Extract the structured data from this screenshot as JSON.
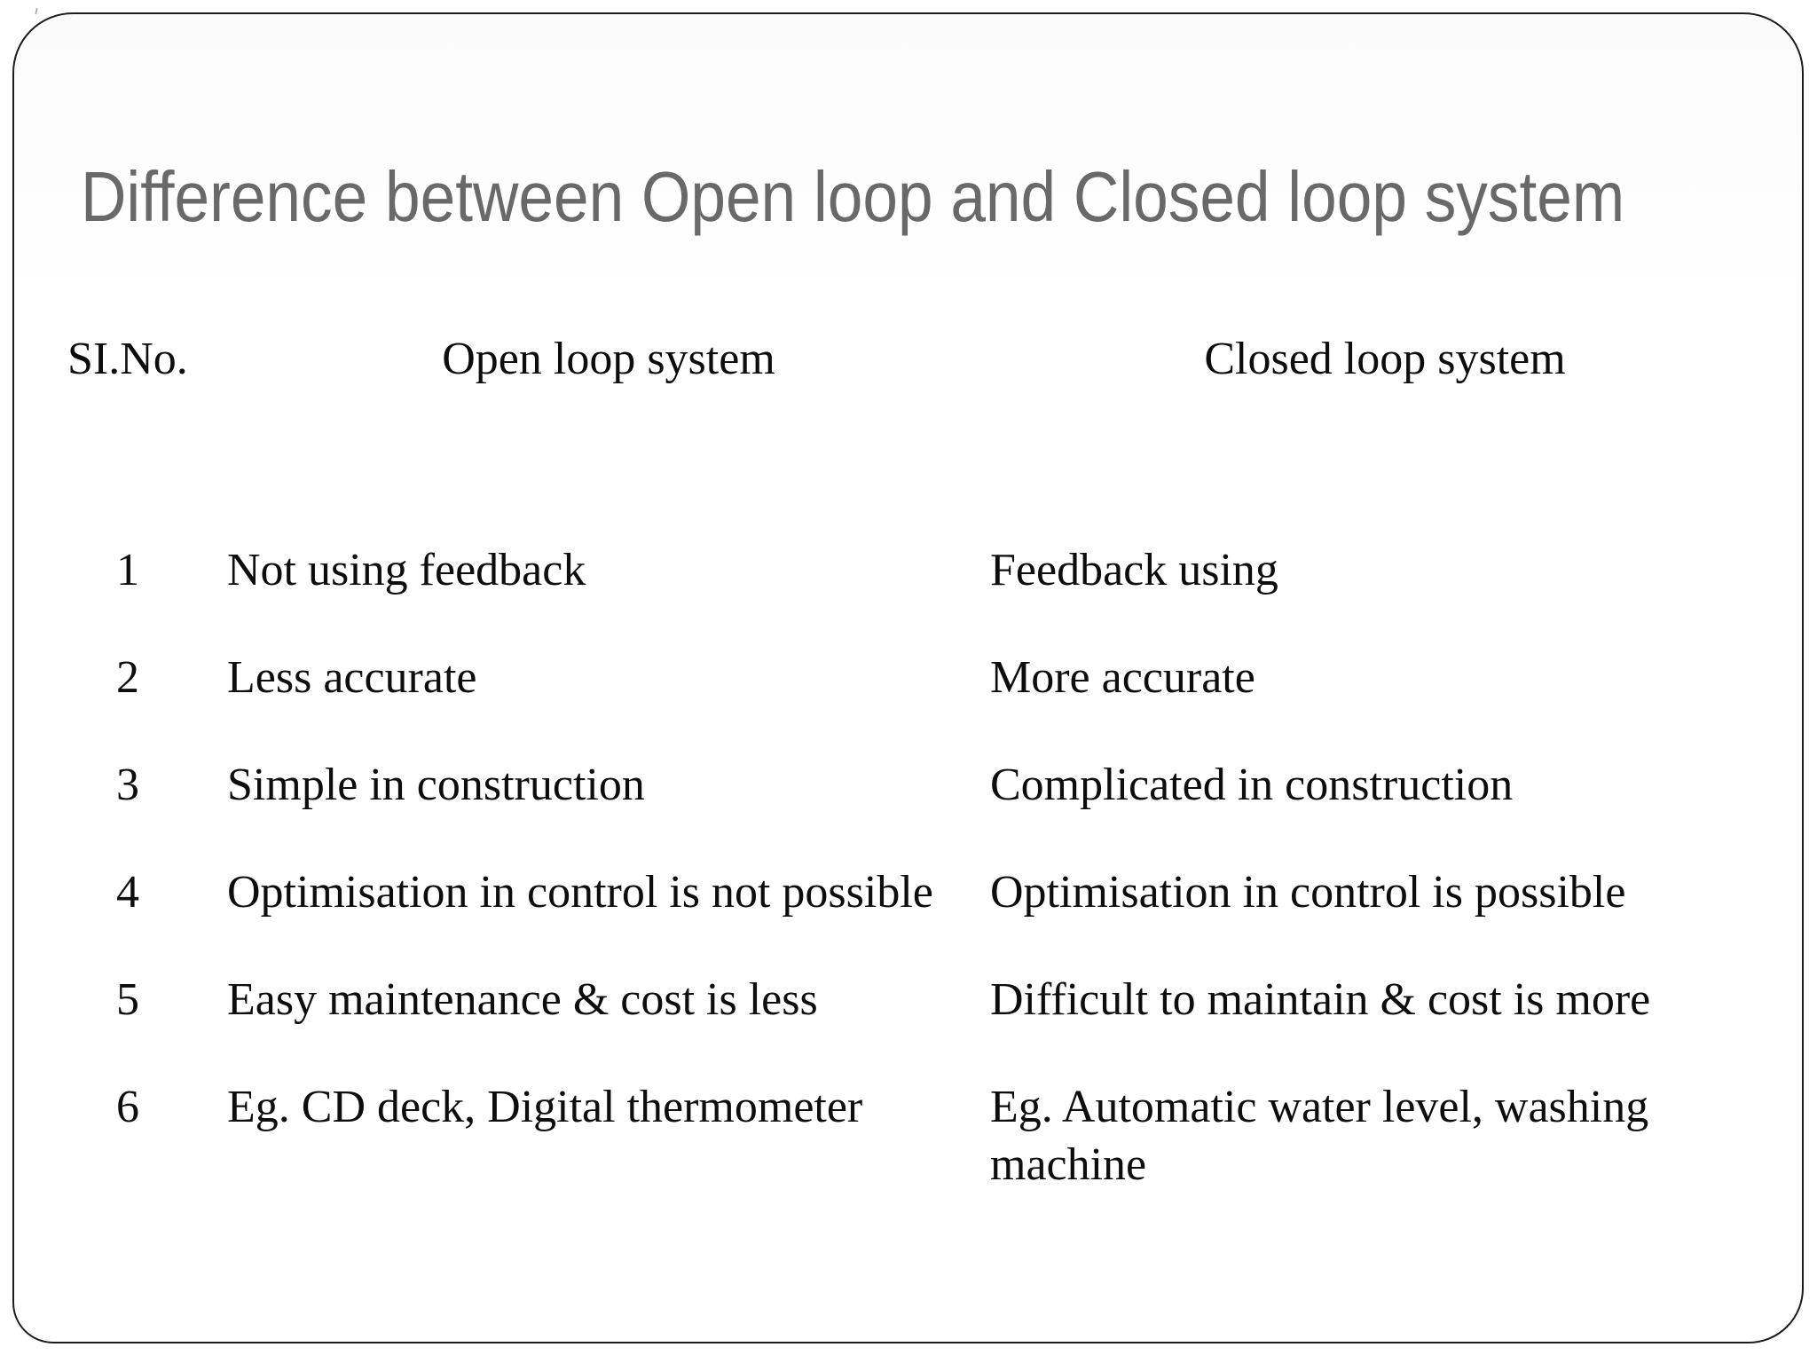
{
  "slide": {
    "title": "Difference between Open loop and Closed loop system",
    "table": {
      "headers": {
        "sl_no": "SI.No.",
        "open": "Open loop system",
        "closed": "Closed loop system"
      },
      "rows": [
        {
          "no": "1",
          "open": "Not using feedback",
          "closed": "Feedback using"
        },
        {
          "no": "2",
          "open": "Less accurate",
          "closed": "More accurate"
        },
        {
          "no": "3",
          "open": "Simple in construction",
          "closed": "Complicated in construction"
        },
        {
          "no": "4",
          "open": "Optimisation in control is not possible",
          "closed": "Optimisation in control is possible"
        },
        {
          "no": "5",
          "open": "Easy maintenance & cost is less",
          "closed": "Difficult to maintain & cost is more"
        },
        {
          "no": "6",
          "open": "Eg. CD deck, Digital thermometer",
          "closed": "Eg. Automatic water level, washing machine"
        }
      ]
    },
    "colors": {
      "title": "#696969",
      "body_text": "#0d0d0d",
      "frame_border": "#1c1c1c",
      "background": "#ffffff"
    }
  }
}
